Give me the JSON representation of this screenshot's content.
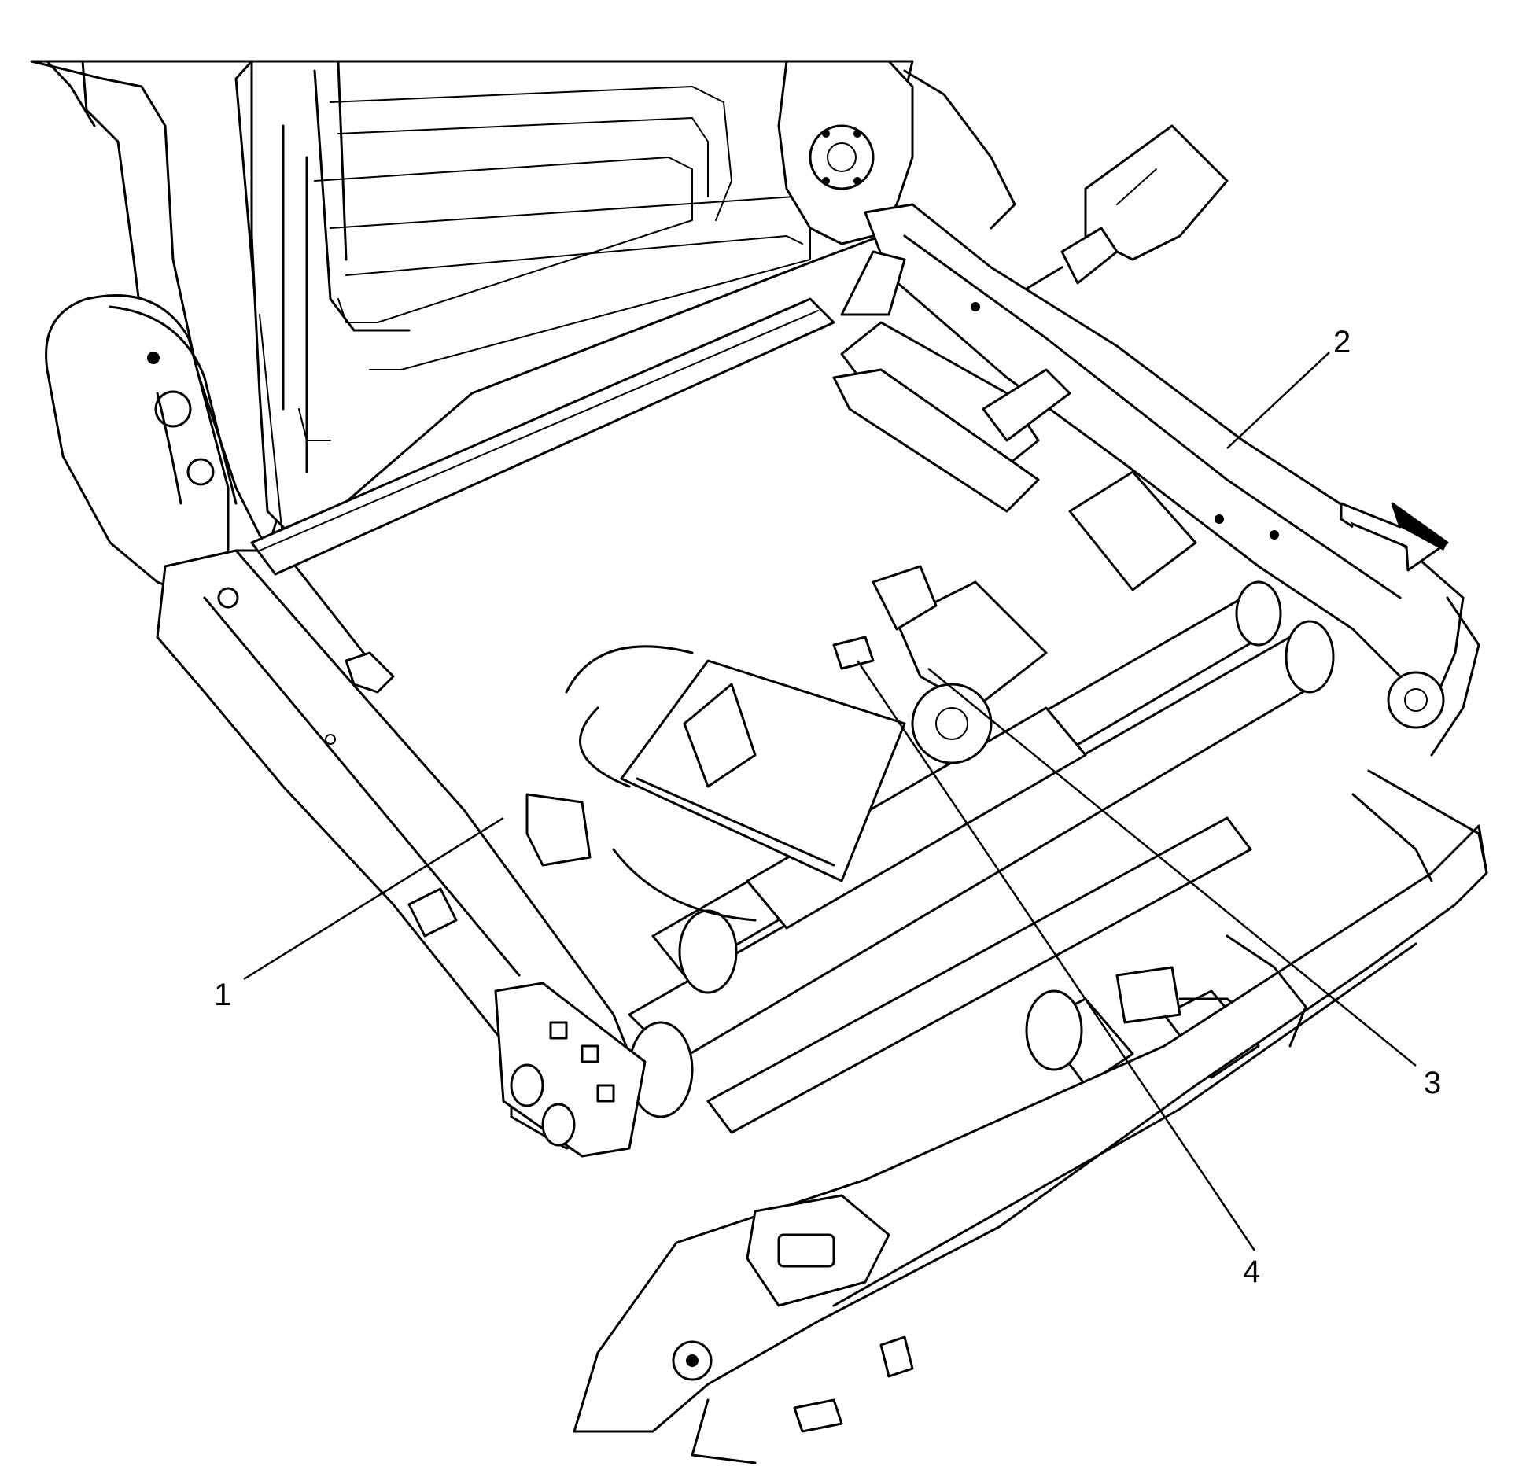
{
  "callouts": [
    {
      "id": "1",
      "label": "1"
    },
    {
      "id": "2",
      "label": "2"
    },
    {
      "id": "3",
      "label": "3"
    },
    {
      "id": "4",
      "label": "4"
    }
  ],
  "direction_indicator": {
    "icon": "forward-arrow-icon"
  },
  "colors": {
    "line": "#000000",
    "background": "#ffffff"
  }
}
